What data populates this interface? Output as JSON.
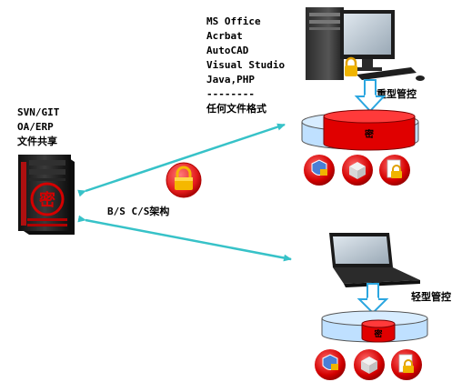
{
  "software_list": [
    "MS Office",
    "Acrbat",
    "AutoCAD",
    "Visual Studio",
    "Java,PHP",
    "--------",
    "任何文件格式"
  ],
  "server_services": [
    "SVN/GIT",
    "OA/ERP",
    "文件共享"
  ],
  "connection_label": "B/S C/S架构",
  "heavy_control_label": "重型管控",
  "light_control_label": "轻型管控",
  "server_emblem": "密",
  "vault_emblem": "密",
  "colors": {
    "arrow": "#37c2c8",
    "red": "#e00000",
    "dark_red": "#a80000",
    "vault_blue": "#bfe0ff",
    "lock_bg": "#e52020",
    "lock_gold": "#f5b800"
  },
  "icons": [
    "desktop-computer-icon",
    "laptop-icon",
    "server-tower-icon",
    "padlock-icon",
    "shield-icon",
    "box-icon",
    "document-icon"
  ]
}
